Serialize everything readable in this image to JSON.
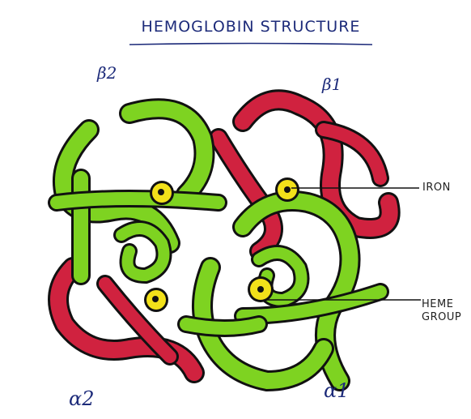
{
  "diagram": {
    "title": "HEMOGLOBIN STRUCTURE",
    "subunits": {
      "beta2": "β2",
      "beta1": "β1",
      "alpha2": "α2",
      "alpha1": "α1"
    },
    "labels": {
      "iron": "IRON",
      "heme_group": "HEME GROUP"
    },
    "colors": {
      "alpha_chain": "#7ed321",
      "beta_chain": "#d0223f",
      "heme": "#f2e11a",
      "outline": "#111111",
      "ink": "#1d2b7a"
    }
  }
}
